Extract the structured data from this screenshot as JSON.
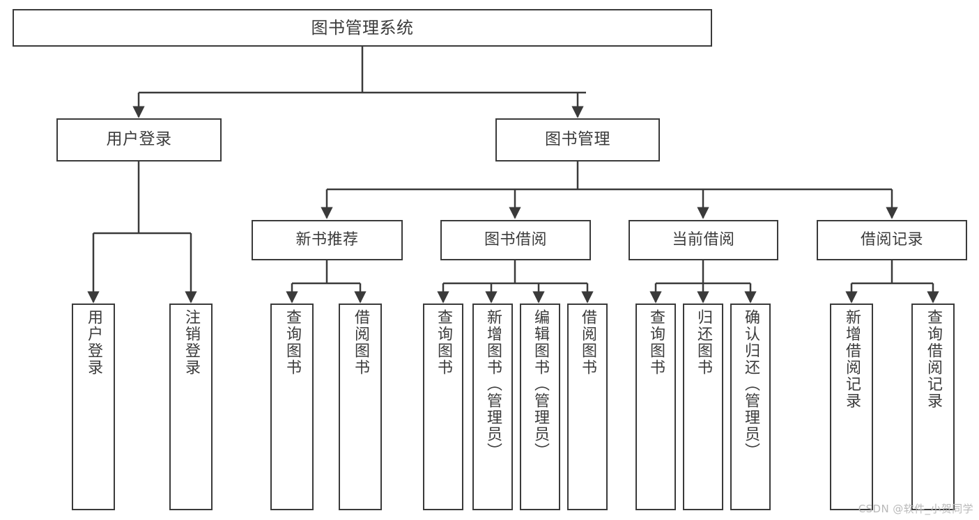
{
  "diagram": {
    "type": "hierarchy-tree",
    "title": "图书管理系统",
    "watermark": "CSDN @软件_小贺同学",
    "colors": {
      "stroke": "#3a3a3a",
      "fill": "#ffffff",
      "text": "#3b3b3b",
      "watermark": "#b9b9b9"
    },
    "nodes": {
      "root": {
        "label": "图书管理系统",
        "level": 1,
        "orientation": "horizontal"
      },
      "l2_user_login": {
        "label": "用户登录",
        "level": 2,
        "orientation": "horizontal"
      },
      "l2_book_manage": {
        "label": "图书管理",
        "level": 2,
        "orientation": "horizontal"
      },
      "l3_new_book_rec": {
        "label": "新书推荐",
        "level": 3,
        "orientation": "horizontal"
      },
      "l3_book_borrow": {
        "label": "图书借阅",
        "level": 3,
        "orientation": "horizontal"
      },
      "l3_current_borrow": {
        "label": "当前借阅",
        "level": 3,
        "orientation": "horizontal"
      },
      "l3_borrow_record": {
        "label": "借阅记录",
        "level": 3,
        "orientation": "horizontal"
      },
      "leaf_user_login": {
        "label": "用户登录",
        "level": 4,
        "orientation": "vertical"
      },
      "leaf_logout": {
        "label": "注销登录",
        "level": 4,
        "orientation": "vertical"
      },
      "leaf_query_book_a": {
        "label": "查询图书",
        "level": 4,
        "orientation": "vertical"
      },
      "leaf_borrow_book_a": {
        "label": "借阅图书",
        "level": 4,
        "orientation": "vertical"
      },
      "leaf_query_book_b": {
        "label": "查询图书",
        "level": 4,
        "orientation": "vertical"
      },
      "leaf_add_book": {
        "label": "新增图书（管理员）",
        "level": 4,
        "orientation": "vertical"
      },
      "leaf_edit_book": {
        "label": "编辑图书（管理员）",
        "level": 4,
        "orientation": "vertical"
      },
      "leaf_borrow_book_b": {
        "label": "借阅图书",
        "level": 4,
        "orientation": "vertical"
      },
      "leaf_query_book_c": {
        "label": "查询图书",
        "level": 4,
        "orientation": "vertical"
      },
      "leaf_return_book": {
        "label": "归还图书",
        "level": 4,
        "orientation": "vertical"
      },
      "leaf_confirm_return": {
        "label": "确认归还（管理员）",
        "level": 4,
        "orientation": "vertical"
      },
      "leaf_add_record": {
        "label": "新增借阅记录",
        "level": 4,
        "orientation": "vertical"
      },
      "leaf_query_record": {
        "label": "查询借阅记录",
        "level": 4,
        "orientation": "vertical"
      }
    },
    "edges": [
      {
        "from": "root",
        "to": "l2_user_login"
      },
      {
        "from": "root",
        "to": "l2_book_manage"
      },
      {
        "from": "l2_user_login",
        "to": "leaf_user_login"
      },
      {
        "from": "l2_user_login",
        "to": "leaf_logout"
      },
      {
        "from": "l2_book_manage",
        "to": "l3_new_book_rec"
      },
      {
        "from": "l2_book_manage",
        "to": "l3_book_borrow"
      },
      {
        "from": "l2_book_manage",
        "to": "l3_current_borrow"
      },
      {
        "from": "l2_book_manage",
        "to": "l3_borrow_record"
      },
      {
        "from": "l3_new_book_rec",
        "to": "leaf_query_book_a"
      },
      {
        "from": "l3_new_book_rec",
        "to": "leaf_borrow_book_a"
      },
      {
        "from": "l3_book_borrow",
        "to": "leaf_query_book_b"
      },
      {
        "from": "l3_book_borrow",
        "to": "leaf_add_book"
      },
      {
        "from": "l3_book_borrow",
        "to": "leaf_edit_book"
      },
      {
        "from": "l3_book_borrow",
        "to": "leaf_borrow_book_b"
      },
      {
        "from": "l3_current_borrow",
        "to": "leaf_query_book_c"
      },
      {
        "from": "l3_current_borrow",
        "to": "leaf_return_book"
      },
      {
        "from": "l3_current_borrow",
        "to": "leaf_confirm_return"
      },
      {
        "from": "l3_borrow_record",
        "to": "leaf_add_record"
      },
      {
        "from": "l3_borrow_record",
        "to": "leaf_query_record"
      }
    ]
  }
}
